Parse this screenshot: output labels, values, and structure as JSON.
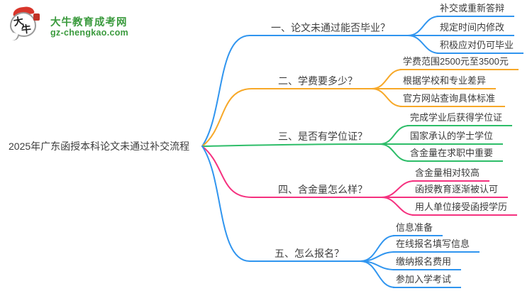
{
  "logo": {
    "title": "大牛教育成考网",
    "domain": "gz-chengkao.com",
    "icon_char_1": "大",
    "icon_char_2": "牛",
    "brand_color": "#3a9a3d"
  },
  "main_topic": "2025年广东函授本科论文未通过补交流程",
  "branches": [
    {
      "label": "一、论文未通过能否毕业？",
      "color": "#3095EF",
      "children": [
        "补交或重新答辩",
        "规定时间内修改",
        "积极应对仍可毕业"
      ]
    },
    {
      "label": "二、学费要多少？",
      "color": "#F7A828",
      "children": [
        "学费范围2500元至3500元",
        "根据学校和专业差异",
        "官方网站查询具体标准"
      ]
    },
    {
      "label": "三、是否有学位证？",
      "color": "#2EBD69",
      "children": [
        "完成学业后获得学位证",
        "国家承认的学士学位",
        "含金量在求职中重要"
      ]
    },
    {
      "label": "四、含金量怎么样？",
      "color": "#F5317F",
      "children": [
        "含金量相对较高",
        "函授教育逐渐被认可",
        "用人单位接受函授学历"
      ]
    },
    {
      "label": "五、怎么报名？",
      "color": "#3095EF",
      "children": [
        "信息准备",
        "在线报名填写信息",
        "缴纳报名费用",
        "参加入学考试"
      ]
    }
  ]
}
